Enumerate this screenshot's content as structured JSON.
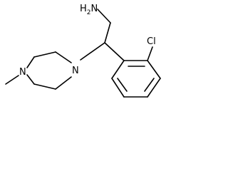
{
  "molecule": {
    "labels": {
      "amine": "H2N",
      "amine_main": "H",
      "amine_sub": "2",
      "amine_tail": "N",
      "chlorine": "Cl",
      "piperazine_n_upper": "N",
      "piperazine_n_lower": "N"
    },
    "colors": {
      "bond": "#000000",
      "text": "#000000",
      "background": "#ffffff"
    }
  }
}
